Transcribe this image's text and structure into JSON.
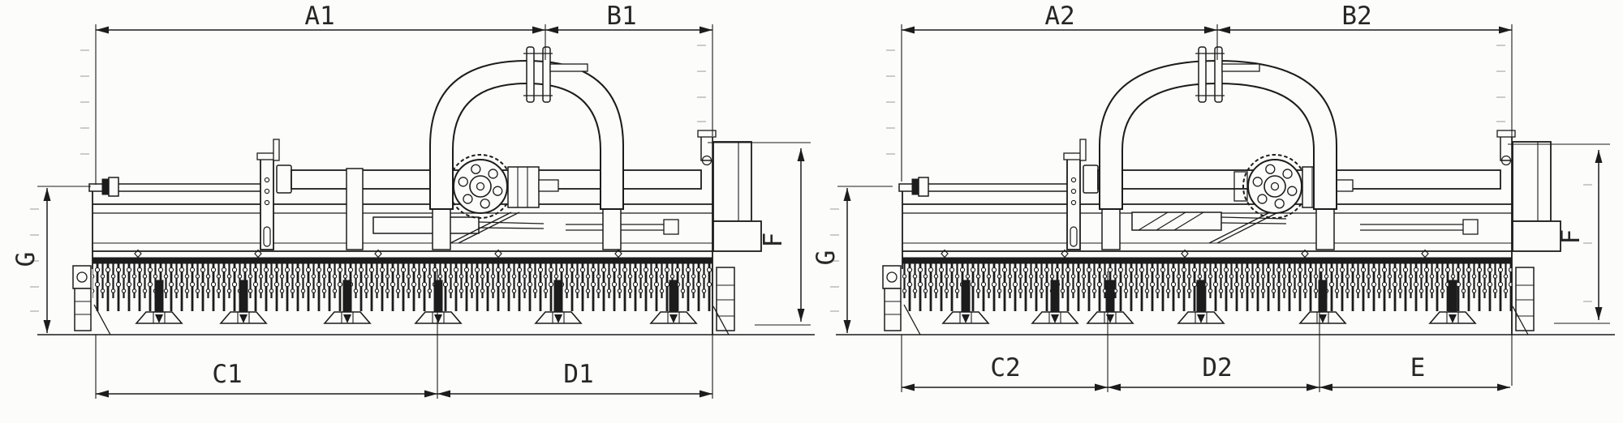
{
  "drawing": {
    "background_color": "#fcfcfb",
    "line_color": "#1c1c1c",
    "views": [
      {
        "name": "flail-mower-front-view-1",
        "dim_labels": {
          "top_left": "A1",
          "top_right": "B1",
          "bottom_left": "C1",
          "bottom_right": "D1",
          "height_left": "G",
          "height_right": "F"
        }
      },
      {
        "name": "flail-mower-front-view-2",
        "dim_labels": {
          "top_left": "A2",
          "top_right": "B2",
          "bottom_left": "C2",
          "bottom_mid": "D2",
          "bottom_right": "E",
          "height_left": "G",
          "height_right": "F"
        }
      }
    ]
  }
}
